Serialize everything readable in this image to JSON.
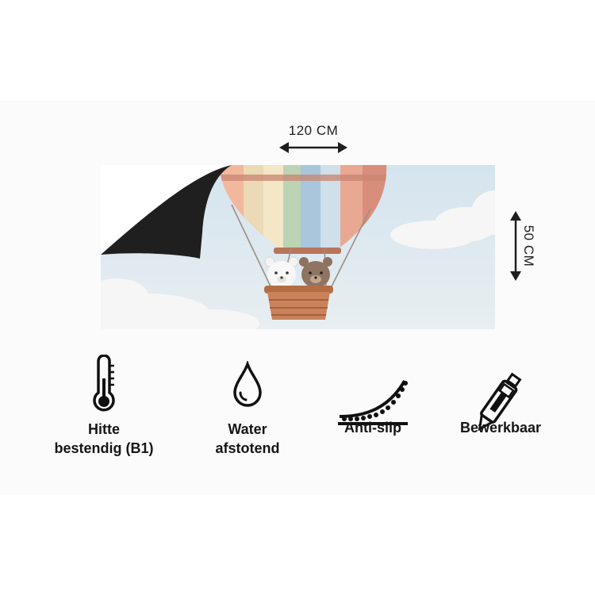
{
  "dimensions": {
    "width_label": "120 CM",
    "height_label": "50 CM"
  },
  "features": [
    {
      "icon": "thermometer-icon",
      "line1": "Hitte",
      "line2": "bestendig (B1)"
    },
    {
      "icon": "water-drop-icon",
      "line1": "Water",
      "line2": "afstotend"
    },
    {
      "icon": "anti-slip-icon",
      "line1": "Anti-slip",
      "line2": ""
    },
    {
      "icon": "box-cutter-icon",
      "line1": "Bewerkbaar",
      "line2": ""
    }
  ]
}
